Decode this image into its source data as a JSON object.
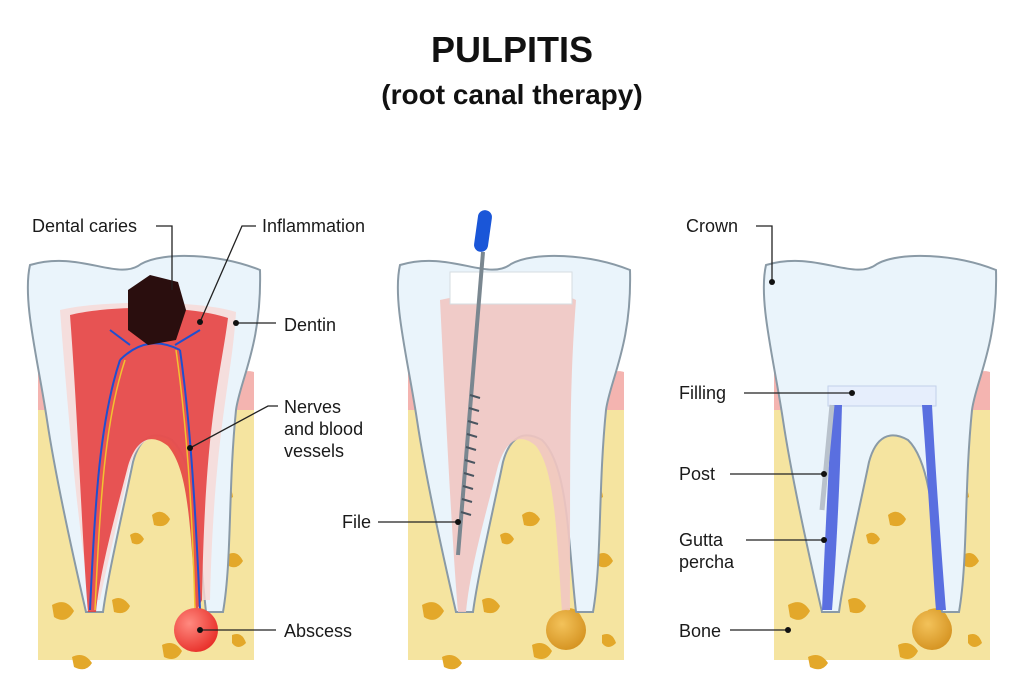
{
  "title": "PULPITIS",
  "subtitle": "(root canal therapy)",
  "colors": {
    "bone": "#f5e4a0",
    "bone_pore": "#e3a82a",
    "gum": "#f4b4b0",
    "enamel": "#eaf4fb",
    "pulp_inflamed": "#e43b3b",
    "pulp_pink": "#f1c6c2",
    "gutta_percha": "#5a6fe0",
    "abscess": "#e8302a",
    "file_handle": "#1a56d8"
  },
  "panels": {
    "inflamed": {
      "labels": {
        "dental_caries": "Dental caries",
        "inflammation": "Inflammation",
        "dentin": "Dentin",
        "nerves_line1": "Nerves",
        "nerves_line2": "and blood",
        "nerves_line3": "vessels",
        "abscess": "Abscess"
      }
    },
    "cleaning": {
      "labels": {
        "file": "File"
      }
    },
    "restored": {
      "labels": {
        "crown": "Crown",
        "filling": "Filling",
        "post": "Post",
        "gutta_line1": "Gutta",
        "gutta_line2": "percha",
        "bone": "Bone"
      }
    }
  }
}
